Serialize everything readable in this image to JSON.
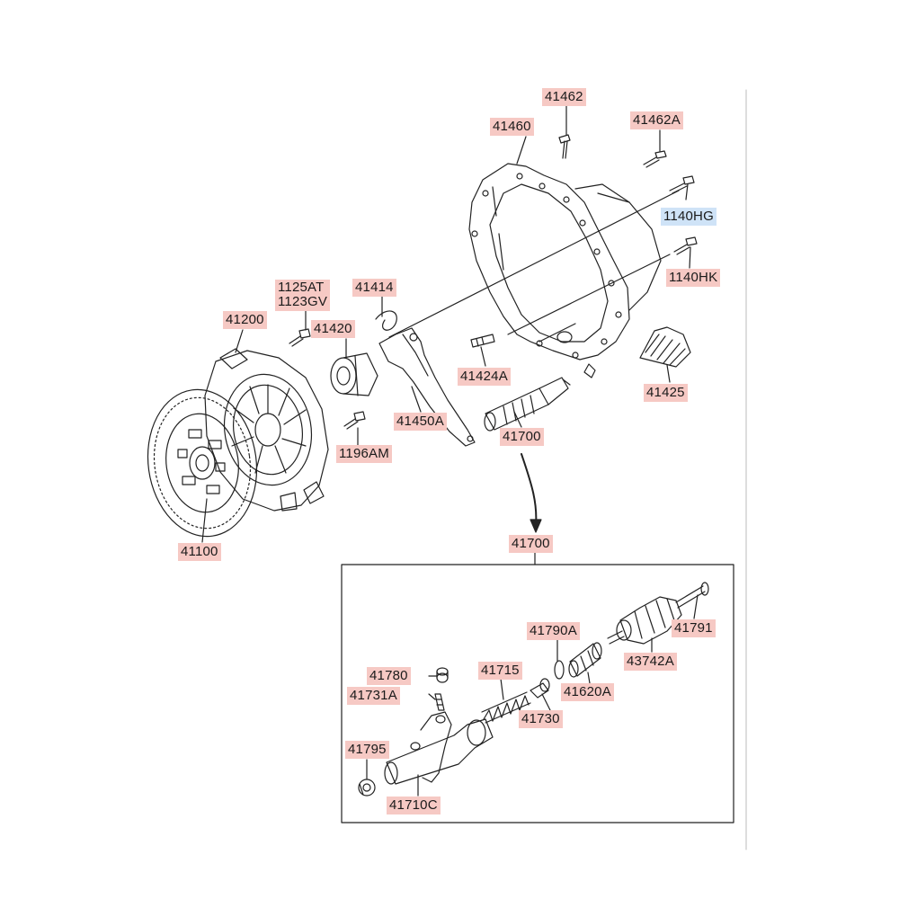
{
  "colors": {
    "label_bg": "#f6c9c4",
    "label_highlight_bg": "#cfe3f7",
    "line": "#222222"
  },
  "labels": {
    "p41462": "41462",
    "p41460": "41460",
    "p41462A": "41462A",
    "p1140HG": "1140HG",
    "p1140HK": "1140HK",
    "p1125AT": "1125AT",
    "p1123GV": "1123GV",
    "p41414": "41414",
    "p41200": "41200",
    "p41420": "41420",
    "p41424A": "41424A",
    "p41425": "41425",
    "p41450A": "41450A",
    "p41700_top": "41700",
    "p1196AM": "1196AM",
    "p41100": "41100",
    "p41700_detail": "41700",
    "p41790A": "41790A",
    "p41791": "41791",
    "p43742A": "43742A",
    "p41780": "41780",
    "p41715": "41715",
    "p41731A": "41731A",
    "p41620A": "41620A",
    "p41730": "41730",
    "p41795": "41795",
    "p41710C": "41710C"
  },
  "icons": {
    "clutch_disc": "clutch-disc-icon",
    "pressure_plate": "clutch-cover-icon",
    "bell_housing": "clutch-housing-icon",
    "release_bearing": "release-bearing-icon",
    "release_fork": "release-fork-icon",
    "slave_cylinder": "slave-cylinder-icon",
    "dust_boot": "boot-icon"
  }
}
